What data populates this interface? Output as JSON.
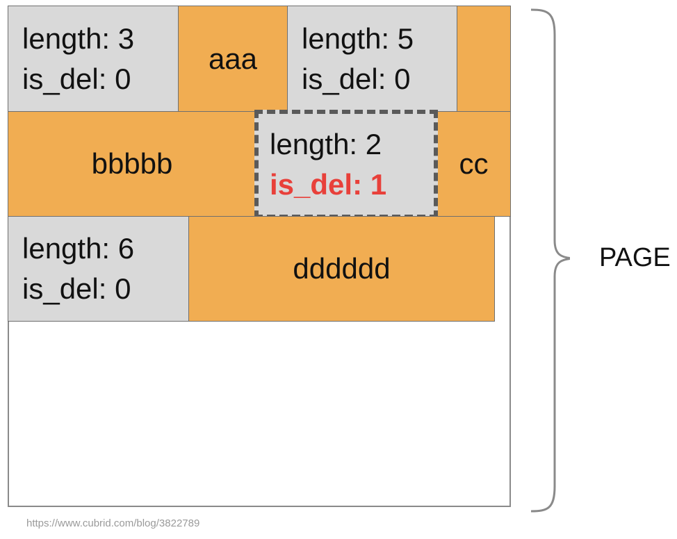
{
  "records": [
    {
      "id": "r1",
      "header": {
        "length": "length: 3",
        "is_del": "is_del: 0"
      },
      "data": "aaa"
    },
    {
      "id": "r2",
      "header": {
        "length": "length: 5",
        "is_del": "is_del: 0"
      },
      "data": "bbbbb"
    },
    {
      "id": "r3",
      "header": {
        "length": "length: 2",
        "is_del": "is_del: 1"
      },
      "data": "cc",
      "deleted": true
    },
    {
      "id": "r4",
      "header": {
        "length": "length: 6",
        "is_del": "is_del: 0"
      },
      "data": "dddddd"
    }
  ],
  "page_label": "PAGE",
  "watermark": "https://www.cubrid.com/blog/3822789",
  "colors": {
    "header_fill": "#d9d9d9",
    "data_fill": "#f1ad52",
    "deleted_flag": "#e8403a",
    "border": "#6f6f6f"
  }
}
